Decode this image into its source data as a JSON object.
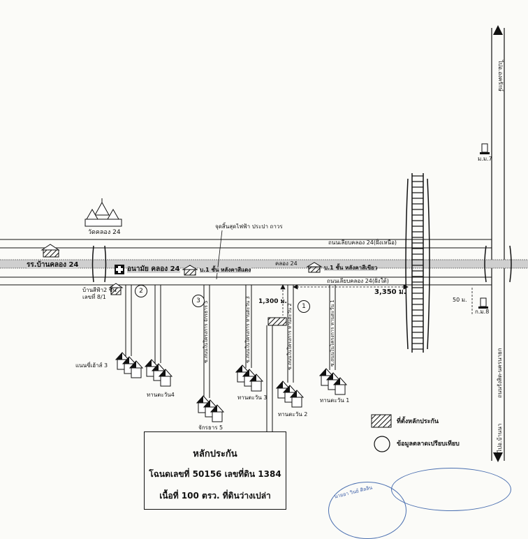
{
  "labels": {
    "to_ongkharak": "ไปอ.องครักษ์",
    "moo7": "ม.ม.7",
    "wat": "วัดคลอง 24",
    "school": "รร.บ้านคลอง 24",
    "health": "อนามัย คลอง 24",
    "house_red": "บ.1 ชั้น หลังคาสีแดง",
    "house_blue": "บ.1 ชั้น หลังคาสีเขียว",
    "power_end": "จุดสิ้นสุดไฟฟ้า ประปา ถาวร",
    "road_north": "ถนนเลียบคลอง 24(ฝั่งเหนือ)",
    "road_south": "ถนนเลียบคลอง 24(ฝั่งใต้)",
    "canal": "คลอง 24",
    "dist_3350": "3,350 ม.",
    "dist_1300": "1,300 ม.",
    "dist_50": "50 ม.",
    "moo8": "ก.ม.8",
    "road_rangsit": "ถนนรังสิต-นครนายก",
    "to_rangsit": "ไปอ.บ้านนา",
    "house2": "บ้านสีฟ้า2 ชั้น เลขที่ 8/1",
    "soi_ta": "ซ.ถนนในโครงการ จักรธาร 5",
    "soi_ts3": "ซ.ถนนในโครงการ ทานตะวัน 3",
    "soi_ts2": "ซ.ถนนในโครงการ ทานตะวัน 2",
    "soi_ts1": "ซ.ถนนในโครงการ ทานตะวัน 1",
    "house_nanc": "แนนซี่เฮ้าส์ 3",
    "tantawan4": "ทานตะวัน4",
    "jaktan5": "จักรธาร 5",
    "tantawan3": "ทานตะวัน 3",
    "tantawan2": "ทานตะวัน 2",
    "tantawan1": "ทานตะวัน 1",
    "legend_collateral": "ที่ตั้งหลักประกัน",
    "legend_compare": "ข้อมูลตลาดเปรียบเทียบ",
    "n1": "1",
    "n2": "2",
    "n3": "3"
  },
  "box": {
    "title": "หลักประกัน",
    "line1": "โฉนดเลขที่ 50156 เลขที่ดิน 1384",
    "line2": "เนื้อที่ 100  ตรว.  ที่ดินว่างเปล่า"
  },
  "stamp": "นายอา วินย์ ศิลลิน"
}
